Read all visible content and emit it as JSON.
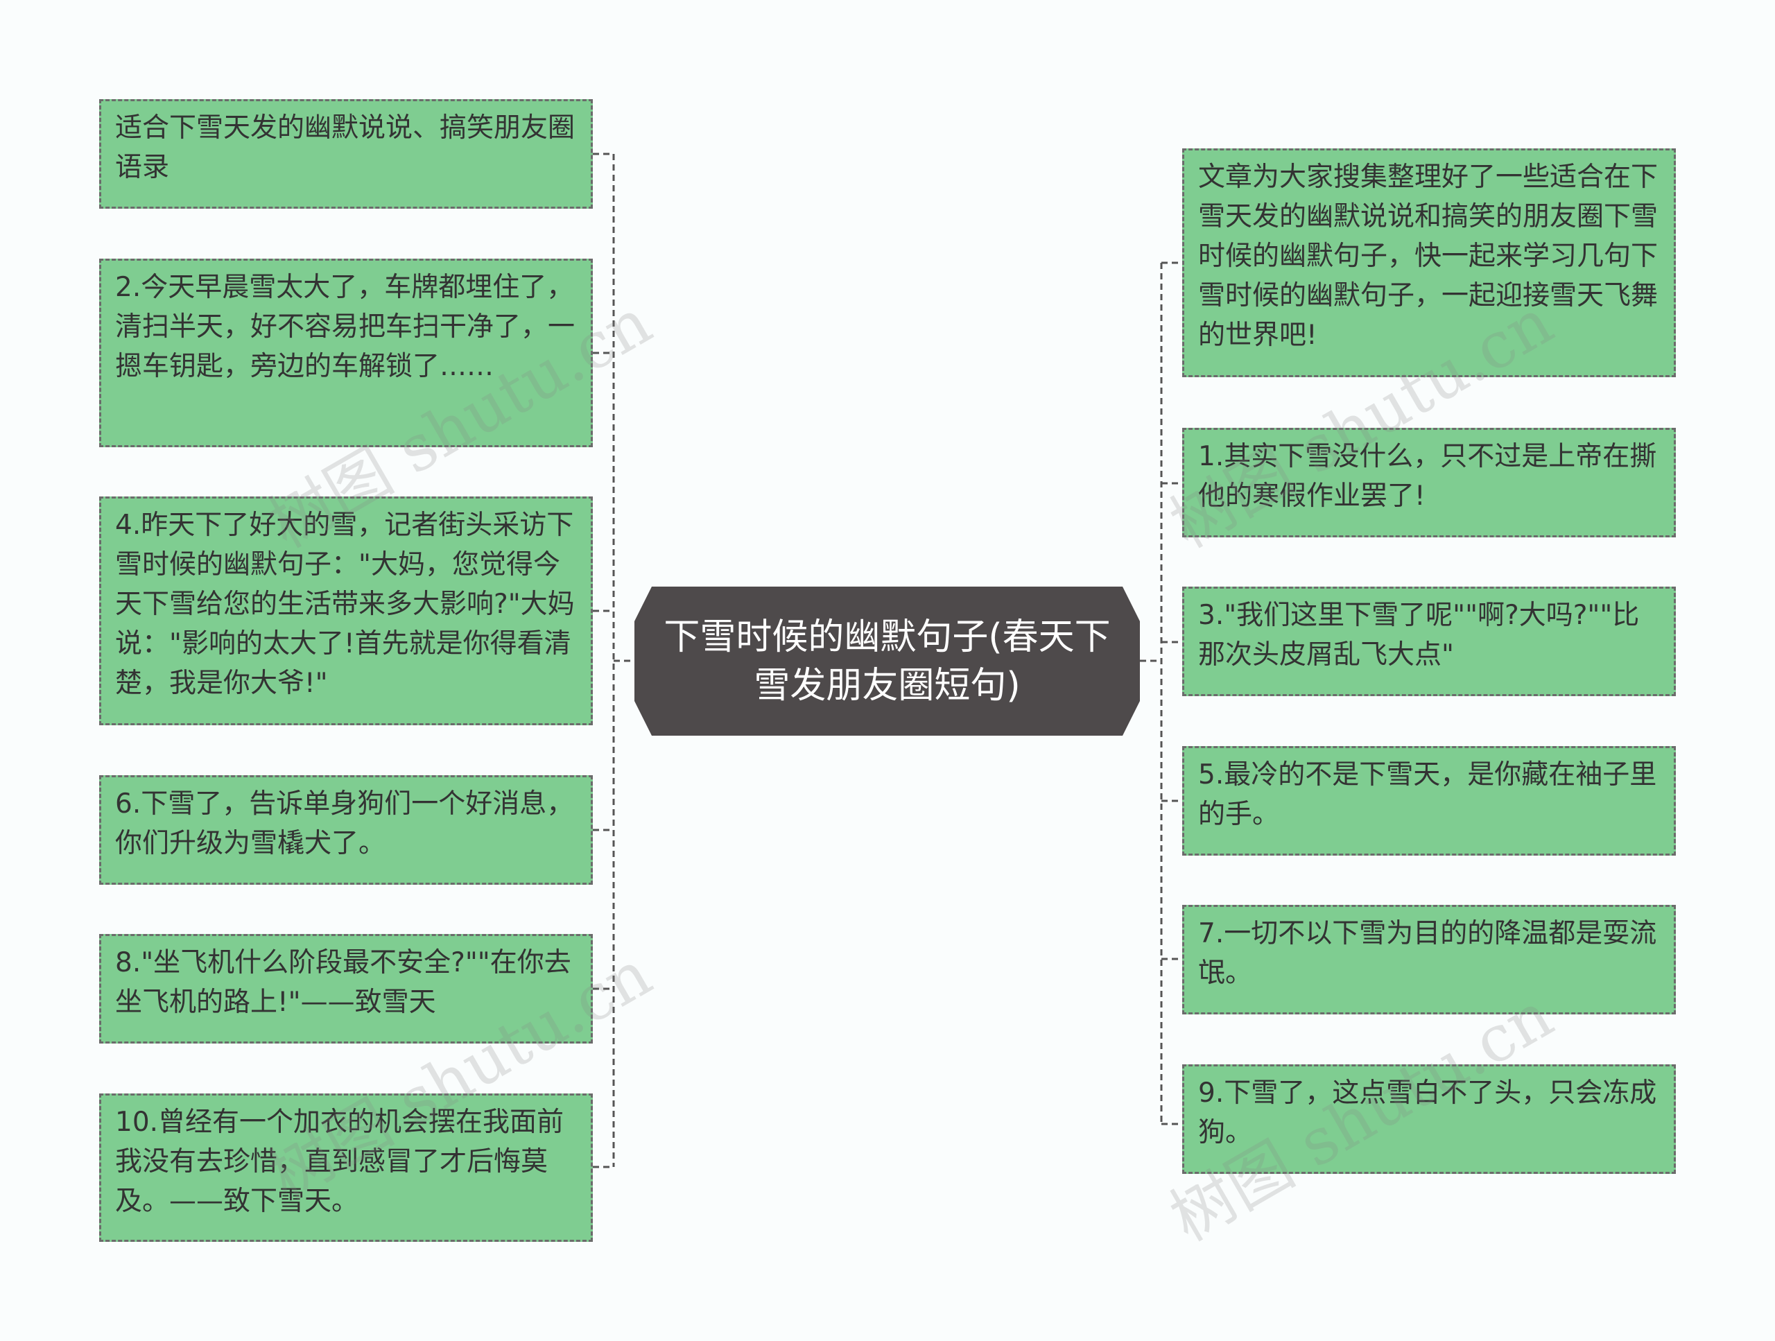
{
  "center": {
    "title": "下雪时候的幽默句子(春天下雪发朋友圈短句)"
  },
  "left_nodes": [
    "适合下雪天发的幽默说说、搞笑朋友圈语录",
    "2.今天早晨雪太大了，车牌都埋住了，清扫半天，好不容易把车扫干净了，一摁车钥匙，旁边的车解锁了……",
    "4.昨天下了好大的雪，记者街头采访下雪时候的幽默句子：\"大妈，您觉得今天下雪给您的生活带来多大影响?\"大妈说：\"影响的太大了!首先就是你得看清楚，我是你大爷!\"",
    "6.下雪了，告诉单身狗们一个好消息，你们升级为雪橇犬了。",
    "8.\"坐飞机什么阶段最不安全?\"\"在你去坐飞机的路上!\"——致雪天",
    "10.曾经有一个加衣的机会摆在我面前我没有去珍惜，直到感冒了才后悔莫及。——致下雪天。"
  ],
  "right_nodes": [
    "文章为大家搜集整理好了一些适合在下雪天发的幽默说说和搞笑的朋友圈下雪时候的幽默句子，快一起来学习几句下雪时候的幽默句子，一起迎接雪天飞舞的世界吧!",
    "1.其实下雪没什么，只不过是上帝在撕他的寒假作业罢了!",
    "3.\"我们这里下雪了呢\"\"啊?大吗?\"\"比那次头皮屑乱飞大点\"",
    "5.最冷的不是下雪天，是你藏在袖子里的手。",
    "7.一切不以下雪为目的的降温都是耍流氓。",
    "9.下雪了，这点雪白不了头，只会冻成狗。"
  ],
  "watermarks": [
    "树图 shutu.cn",
    "树图 shutu.cn",
    "树图 shutu.cn",
    "树图 shutu.cn"
  ],
  "colors": {
    "node_fill": "#7fcd91",
    "node_border": "#6b6b6b",
    "center_fill": "#4e4a4b",
    "connector": "#555555"
  }
}
